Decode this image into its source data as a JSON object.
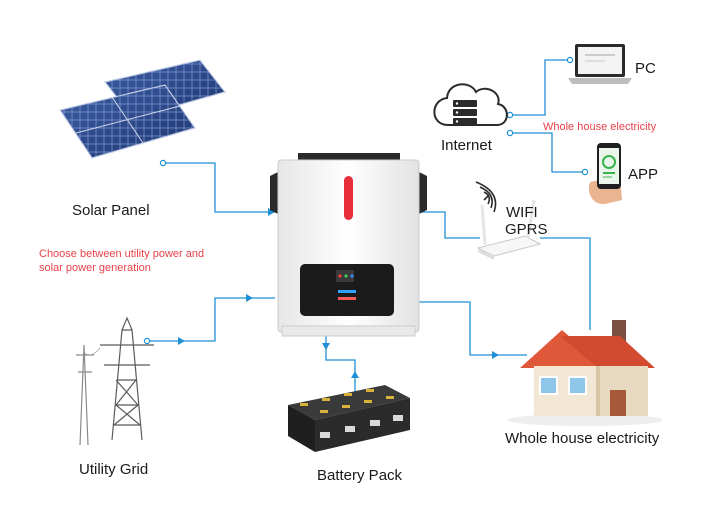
{
  "labels": {
    "solar_panel": "Solar Panel",
    "utility_grid": "Utility Grid",
    "battery_pack": "Battery Pack",
    "whole_house": "Whole house electricity",
    "internet": "Internet",
    "pc": "PC",
    "app": "APP",
    "wifi": "WIFI",
    "gprs": "GPRS",
    "choose_note": "Choose between utility power and solar power generation",
    "house_note": "Whole house electricity"
  },
  "colors": {
    "line": "#1f8fd6",
    "note_red": "#e8424a",
    "inverter_body": "#f4f4f4",
    "inverter_accent": "#e8303a",
    "house_roof": "#e0583a",
    "house_wall": "#f2e7d4"
  },
  "icons": [
    "solar-panel-icon",
    "inverter-icon",
    "power-tower-icon",
    "battery-icon",
    "house-icon",
    "cloud-server-icon",
    "laptop-icon",
    "smartphone-icon",
    "router-icon",
    "wifi-signal-icon"
  ]
}
